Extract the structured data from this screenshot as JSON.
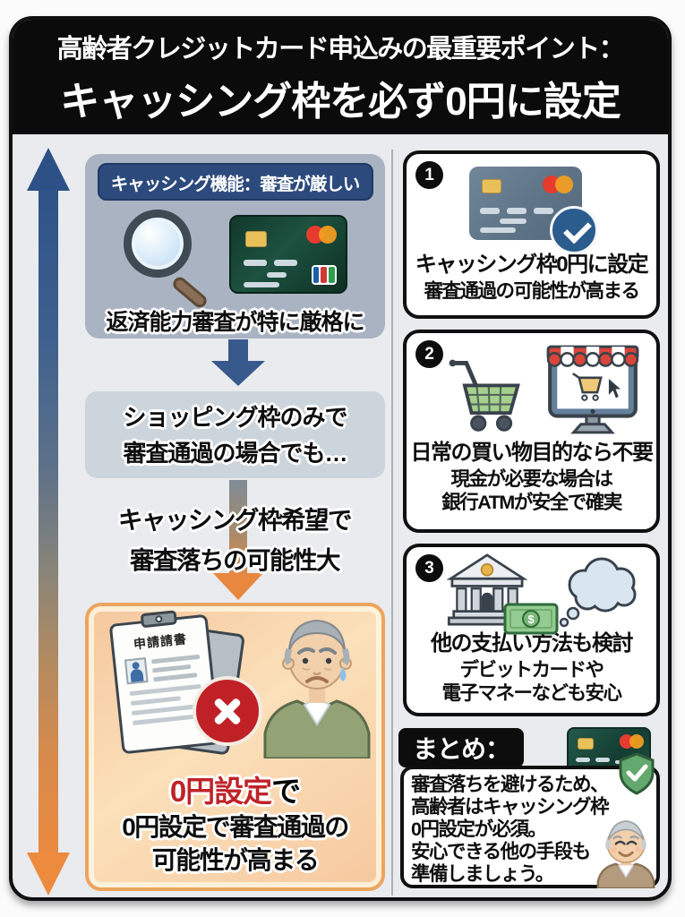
{
  "title_block": {
    "line1": "高齢者クレジットカード申込みの最重要ポイント：",
    "line2": "キャッシング枠を必ず0円に設定"
  },
  "flow": {
    "strict_box": {
      "badge": "キャッシング機能：審査が厳しい",
      "caption": "返済能力審査が特に厳格に"
    },
    "shopping_box": {
      "line1": "ショッピング枠のみで",
      "line2": "審査通過の場合でも…"
    },
    "risk_text": {
      "line1": "キャッシング枠希望で",
      "line2": "審査落ちの可能性大"
    },
    "result_box": {
      "doc_label": "申請請書",
      "highlight": "0円設定",
      "suffix": "で",
      "line2": "0円設定で審査通過の",
      "line3": "可能性が高まる"
    }
  },
  "points": [
    {
      "number": "1",
      "title": "キャッシング枠0円に設定",
      "line2": "審査通過の可能性が高まる"
    },
    {
      "number": "2",
      "title": "日常の買い物目的なら不要",
      "line2": "現金が必要な場合は",
      "line3": "銀行ATMが安全で確実"
    },
    {
      "number": "3",
      "title": "他の支払い方法も検討",
      "line2": "デビットカードや",
      "line3": "電子マネーなども安心"
    }
  ],
  "summary": {
    "label": "まとめ：",
    "line1": "審査落ちを避けるため、",
    "line2": "高齢者はキャッシング枠",
    "line3": "0円設定が必須。",
    "line4": "安心できる他の手段も",
    "line5": "準備しましょう。"
  },
  "icons": {
    "dollar_symbol": "$"
  },
  "colors": {
    "header_bg": "#0b0b0b",
    "panel_blue_gray": "#a9b3c2",
    "panel_light": "#ccd5dc",
    "panel_peach": "#f8cfa9",
    "accent_navy": "#2c4a7c",
    "accent_orange": "#e8883f",
    "alert_red": "#bf2328",
    "check_blue": "#2b5c8e"
  }
}
